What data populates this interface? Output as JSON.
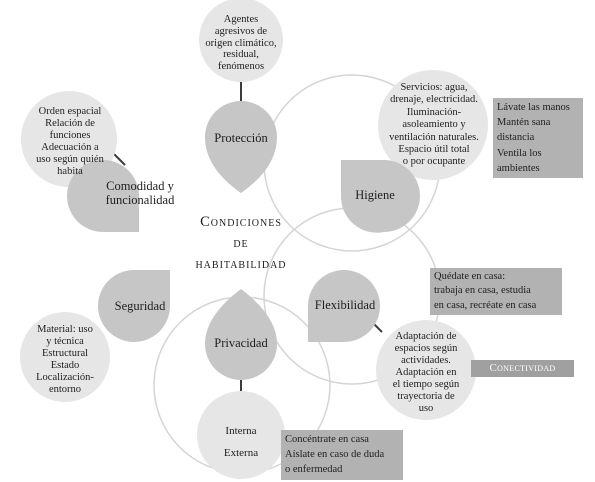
{
  "title": {
    "line1": "Condiciones",
    "line2": "de",
    "line3": "habitabilidad"
  },
  "nodes": {
    "proteccion": "Protección",
    "higiene": "Higiene",
    "comodidad": [
      "Comodidad y",
      "funcionalidad"
    ],
    "seguridad": "Seguridad",
    "flexibilidad": "Flexibilidad",
    "privacidad": "Privacidad"
  },
  "details": {
    "proteccion": [
      "Agentes",
      "agresivos de",
      "origen climático,",
      "residual,",
      "fenómenos"
    ],
    "higiene": [
      "Servicios: agua,",
      "drenaje, electricidad.",
      "Iluminación-",
      "asoleamiento y",
      "ventilación naturales.",
      "Espacio útil total",
      "o por ocupante"
    ],
    "comodidad": [
      "Orden espacial",
      "Relación de",
      "funciones",
      "Adecuación a",
      "uso según quién",
      "habita"
    ],
    "seguridad": [
      "Material: uso",
      "y técnica",
      "Estructural",
      "Estado",
      "Localización-",
      "entorno"
    ],
    "flexibilidad": [
      "Adaptación de",
      "espacios según",
      "actividades.",
      "Adaptación en",
      "el tiempo según",
      "trayectoria de",
      "uso"
    ],
    "privacidad": [
      "Interna",
      "Externa"
    ]
  },
  "notes": {
    "higiene": [
      "Lávate las manos",
      "Mantén sana",
      "distancia",
      "Ventila los",
      "ambientes"
    ],
    "flexibilidad": [
      "Quédate en casa:",
      "trabaja en casa, estudia",
      "en casa, recréate en casa"
    ],
    "conectividad": "Conectividad",
    "privacidad": [
      "Concéntrate en casa",
      "Aíslate en caso de duda",
      "o enfermedad"
    ]
  },
  "colors": {
    "node_fill": "#c6c6c6",
    "detail_fill": "#e6e6e6",
    "note_fill": "#b2b2b2",
    "connector": "#3c3c3c",
    "ring": "#d4d4d4",
    "conectividad_fill": "#a0a0a0",
    "conectividad_text": "#ffffff"
  }
}
